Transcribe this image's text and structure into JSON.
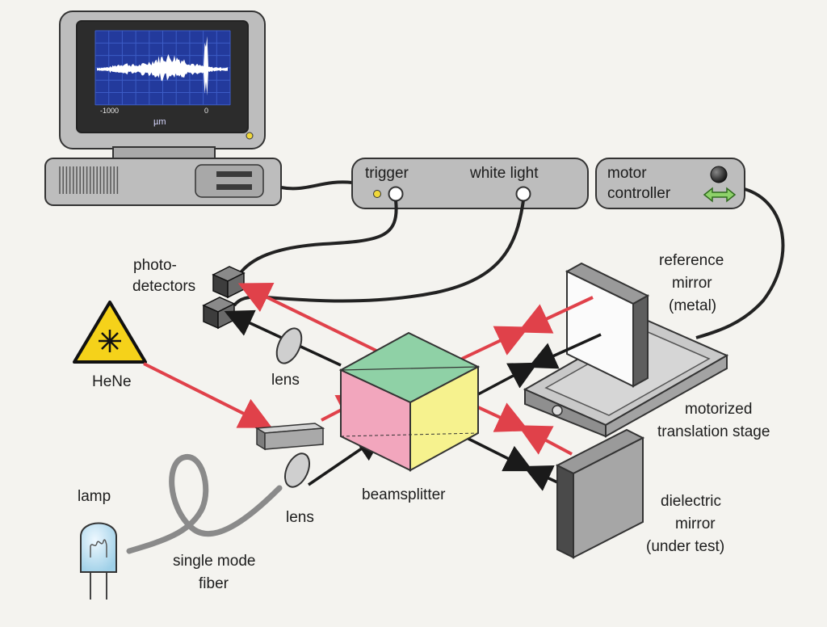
{
  "labels": {
    "trigger": "trigger",
    "white_light": "white light",
    "motor_1": "motor",
    "motor_2": "controller",
    "photo_1": "photo-",
    "photo_2": "detectors",
    "ref_1": "reference",
    "ref_2": "mirror",
    "ref_3": "(metal)",
    "hene": "HeNe",
    "lens_top": "lens",
    "lens_bottom": "lens",
    "stage_1": "motorized",
    "stage_2": "translation stage",
    "lamp": "lamp",
    "beamsplitter": "beamsplitter",
    "diel_1": "dielectric",
    "diel_2": "mirror",
    "diel_3": "(under test)",
    "fiber_1": "single mode",
    "fiber_2": "fiber"
  },
  "screen": {
    "axis_left": "-1000",
    "axis_right": "0",
    "unit": "µm"
  },
  "colors": {
    "background": "#f4f3ef",
    "device_gray": "#b9b9b9",
    "laser_red": "#e0414a",
    "light_arrow": "#1a1a1a",
    "cube_top": "#8fd1a6",
    "cube_left": "#f2a6bd",
    "cube_right": "#f6f28e",
    "warning_yellow": "#f5d21a",
    "motor_arrow": "#8ed16a"
  }
}
